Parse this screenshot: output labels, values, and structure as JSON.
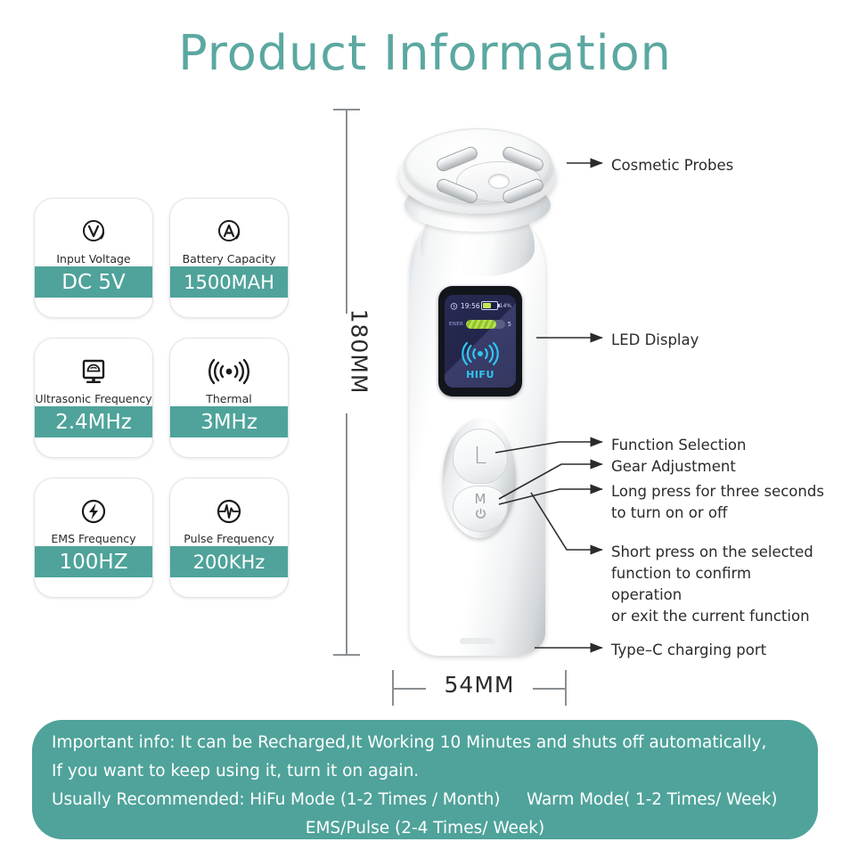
{
  "page": {
    "title": "Product Information",
    "title_color": "#5ba8a0",
    "accent_color": "#4fa39a"
  },
  "specs": [
    {
      "icon": "voltage-circle-icon",
      "label": "Input Voltage",
      "value": "DC 5V"
    },
    {
      "icon": "ampere-circle-icon",
      "label": "Battery Capacity",
      "value": "1500MAH"
    },
    {
      "icon": "ultrasound-probe-icon",
      "label": "Ultrasonic Frequency",
      "value": "2.4MHz"
    },
    {
      "icon": "wave-emission-icon",
      "label": "Thermal",
      "value": "3MHz"
    },
    {
      "icon": "lightning-bolt-circle-icon",
      "label": "EMS Frequency",
      "value": "100HZ"
    },
    {
      "icon": "pulse-heartbeat-circle-icon",
      "label": "Pulse Frequency",
      "value": "200KHz"
    }
  ],
  "dimensions": {
    "height": "180MM",
    "width": "54MM"
  },
  "device": {
    "screen": {
      "clock_icon": "alarm-clock-icon",
      "time": "19:56",
      "battery_percent": "14%",
      "battery_fill": 45,
      "energy_label": "ENER",
      "energy_fill": 78,
      "level": "5",
      "wave_icon": "ultrasonic-wave-icon",
      "mode": "HIFU"
    },
    "buttons": {
      "upper_label": "L",
      "lower_label": "M",
      "lower_icon": "power-icon"
    }
  },
  "callouts": [
    {
      "id": "cosmetic-probes",
      "text": "Cosmetic Probes"
    },
    {
      "id": "led-display",
      "text": "LED Display"
    },
    {
      "id": "function-selection",
      "text": "Function Selection"
    },
    {
      "id": "gear-adjustment",
      "text": "Gear Adjustment"
    },
    {
      "id": "long-press",
      "line1": "Long press for three seconds",
      "line2": "to turn on or off"
    },
    {
      "id": "short-press",
      "line1": "Short press on the selected",
      "line2": "function to confirm operation",
      "line3": "or exit the current function"
    },
    {
      "id": "type-c-port",
      "text": "Type–C charging port"
    }
  ],
  "banner": {
    "line1": "Important info: It can be Recharged,It Working 10 Minutes and shuts off automatically,",
    "line2": "If you want to keep using it, turn it on again.",
    "line3a": "Usually Recommended: HiFu Mode (1-2 Times / Month)",
    "line3b": "Warm Mode( 1-2 Times/ Week)",
    "line4": "EMS/Pulse (2-4 Times/ Week)"
  }
}
